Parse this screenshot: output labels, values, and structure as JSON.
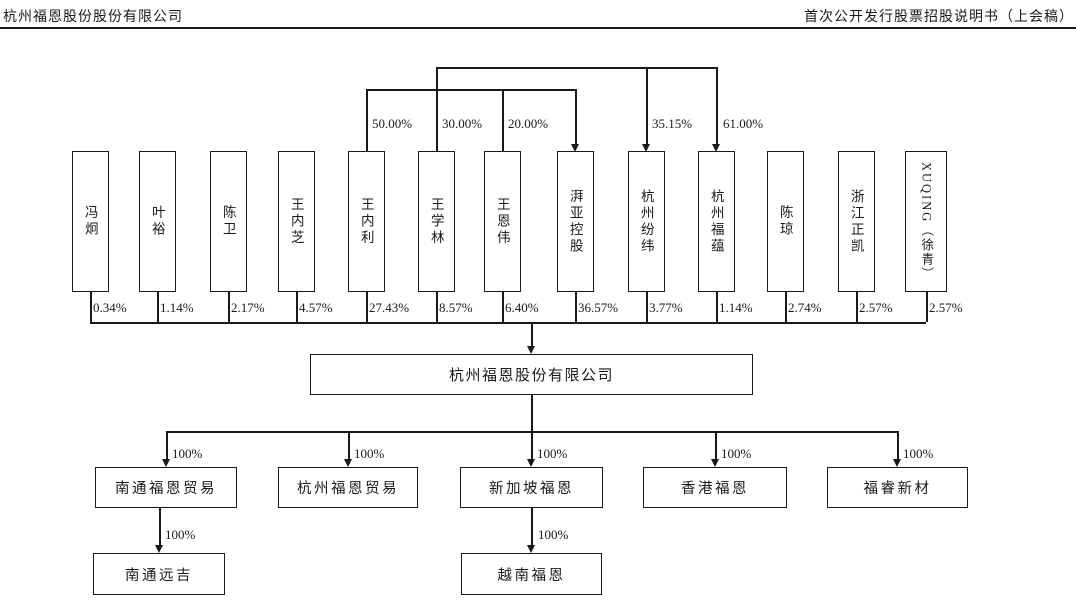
{
  "header": {
    "left": "杭州福恩股份股份有限公司",
    "right": "首次公开发行股票招股说明书（上会稿）"
  },
  "diagram": {
    "issuer": {
      "name": "杭州福恩股份有限公司"
    },
    "shareholders": [
      {
        "name": "冯炯",
        "stake": "0.34%"
      },
      {
        "name": "叶裕",
        "stake": "1.14%"
      },
      {
        "name": "陈卫",
        "stake": "2.17%"
      },
      {
        "name": "王内芝",
        "stake": "4.57%"
      },
      {
        "name": "王内利",
        "stake": "27.43%"
      },
      {
        "name": "王学林",
        "stake": "8.57%"
      },
      {
        "name": "王恩伟",
        "stake": "6.40%"
      },
      {
        "name": "湃亚控股",
        "stake": "36.57%"
      },
      {
        "name": "杭州纷纬",
        "stake": "3.77%"
      },
      {
        "name": "杭州福蕴",
        "stake": "1.14%"
      },
      {
        "name": "陈琼",
        "stake": "2.74%"
      },
      {
        "name": "浙江正凯",
        "stake": "2.57%"
      },
      {
        "name": "XUQING（徐青）",
        "stake": "2.57%"
      }
    ],
    "holding_links": [
      {
        "from": "王内利",
        "to": "湃亚控股",
        "stake": "50.00%"
      },
      {
        "from": "王学林",
        "to": "湃亚控股",
        "stake": "30.00%"
      },
      {
        "from": "王恩伟",
        "to": "湃亚控股",
        "stake": "20.00%"
      },
      {
        "from": "王学林",
        "to": "杭州纷纬",
        "stake": "35.15%"
      },
      {
        "from": "王学林",
        "to": "杭州福蕴",
        "stake": "61.00%"
      }
    ],
    "subsidiaries": [
      {
        "name": "南通福恩贸易",
        "stake": "100%"
      },
      {
        "name": "杭州福恩贸易",
        "stake": "100%"
      },
      {
        "name": "新加坡福恩",
        "stake": "100%"
      },
      {
        "name": "香港福恩",
        "stake": "100%"
      },
      {
        "name": "福睿新材",
        "stake": "100%"
      }
    ],
    "second_level_subsidiaries": [
      {
        "name": "南通远吉",
        "stake": "100%",
        "parent": "南通福恩贸易"
      },
      {
        "name": "越南福恩",
        "stake": "100%",
        "parent": "新加坡福恩"
      }
    ]
  }
}
